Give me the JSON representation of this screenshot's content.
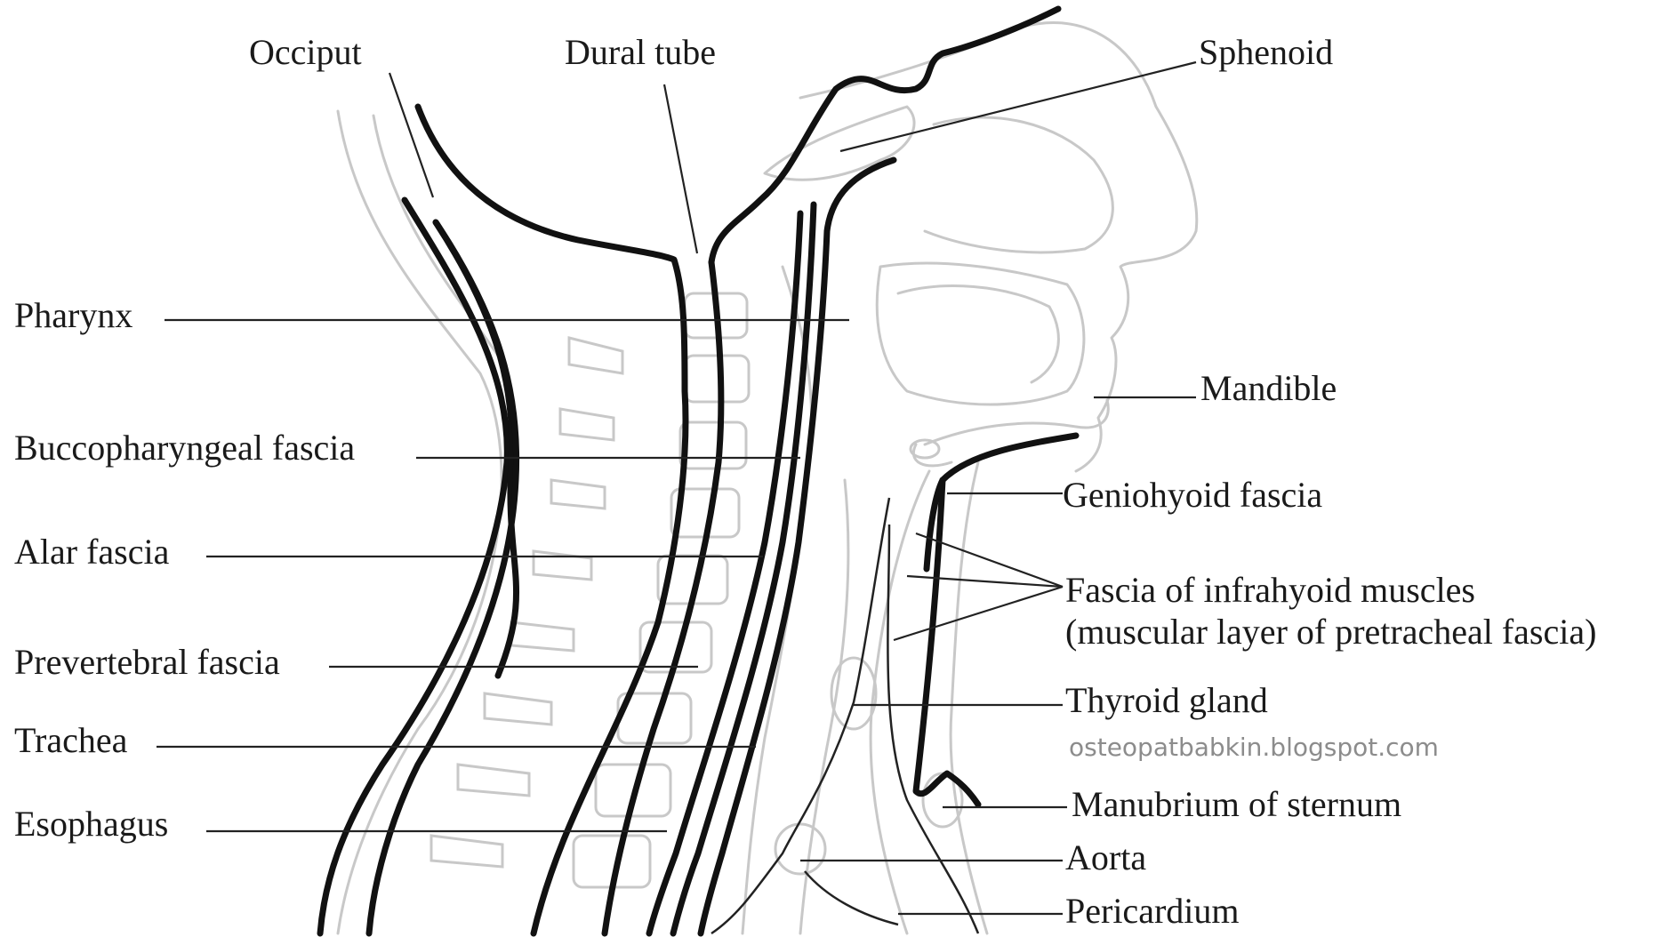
{
  "labels": {
    "occiput": "Occiput",
    "dural_tube": "Dural tube",
    "sphenoid": "Sphenoid",
    "pharynx": "Pharynx",
    "buccopharyngeal_fascia": "Buccopharyngeal fascia",
    "alar_fascia": "Alar fascia",
    "prevertebral_fascia": "Prevertebral fascia",
    "trachea": "Trachea",
    "esophagus": "Esophagus",
    "mandible": "Mandible",
    "geniohyoid_fascia": "Geniohyoid fascia",
    "infrahyoid_line1": "Fascia of infrahyoid muscles",
    "infrahyoid_line2": "(muscular layer of pretracheal fascia)",
    "thyroid_gland": "Thyroid gland",
    "manubrium": "Manubrium of sternum",
    "aorta": "Aorta",
    "pericardium": "Pericardium"
  },
  "watermark": "osteopatbabkin.blogspot.com",
  "colors": {
    "anatomy_outline": "#c8c8c8",
    "fascia_line": "#111111",
    "label_text": "#1a1a1a",
    "watermark": "#8c8c8c"
  }
}
